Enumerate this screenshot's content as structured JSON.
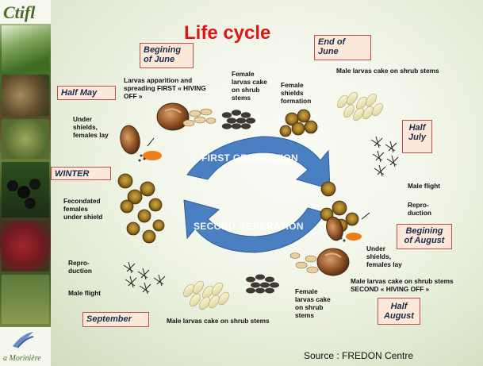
{
  "title": "Life cycle",
  "logo_text": "Ctifl",
  "logo_bottom_text": "a Morinière",
  "source": "Source : FREDON Centre",
  "generations": {
    "first": "FIRST GENERATION",
    "second": "SECOND GENERATION"
  },
  "stage_boxes": {
    "begin_june": "Begining of June",
    "end_june": "End of June",
    "half_may": "Half  May",
    "half_july": "Half July",
    "winter": "WINTER",
    "begin_august": "Begining of August",
    "half_august": "Half August",
    "september": "September"
  },
  "labels": {
    "larvas_apparition": "Larvas apparition and spreading FIRST « HIVING OFF »",
    "female_cake_1": "Female larvas cake on shrub stems",
    "female_shields": "Female shields formation",
    "male_cake_1": "Male larvas cake on shrub stems",
    "under_shields_1": "Under shields, females lay",
    "male_flight_1": "Male flight",
    "reproduction_1": "Repro-duction",
    "fecondated": "Fecondated females under shield",
    "under_shields_2": "Under shields, females lay",
    "male_cake_2": "Male larvas cake on shrub stems SECOND « HIVING OFF »",
    "female_cake_2": "Female larvas cake on shrub stems",
    "male_cake_3": "Male larvas cake on shrub stems",
    "reproduction_2": "Repro-duction",
    "male_flight_2": "Male flight"
  },
  "colors": {
    "title": "#e01616",
    "arrow": "#4a7fc1",
    "box_fill": "#fde9d9",
    "box_border": "#c0504d"
  }
}
